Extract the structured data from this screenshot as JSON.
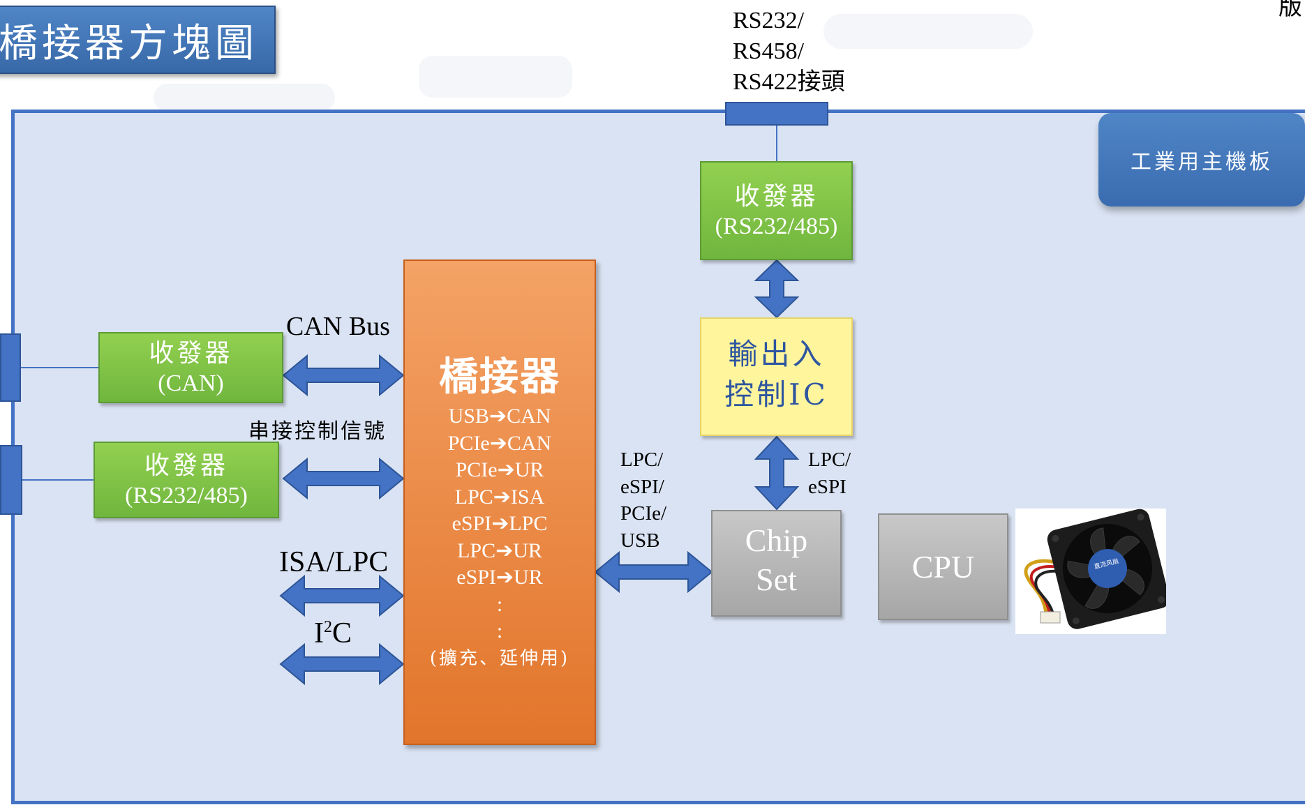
{
  "title": "橋接器方塊圖",
  "board_label": "工業用主機板",
  "top_connector_label": [
    "RS232/",
    "RS458/",
    "RS422接頭"
  ],
  "top_right_glyph": "版",
  "transceiver_rs232_top": {
    "line1": "收發器",
    "line2": "(RS232/485)"
  },
  "io_control_ic": {
    "line1": "輸出入",
    "line2": "控制IC"
  },
  "transceiver_can": {
    "line1": "收發器",
    "line2": "(CAN)"
  },
  "transceiver_rs232_left": {
    "line1": "收發器",
    "line2": "(RS232/485)"
  },
  "bridge": {
    "title": "橋接器",
    "items": [
      "USB➔CAN",
      "PCIe➔CAN",
      "PCIe➔UR",
      "LPC➔ISA",
      "eSPI➔LPC",
      "LPC➔UR",
      "eSPI➔UR"
    ],
    "dots": [
      ":",
      ":"
    ],
    "note": "(擴充、延伸用)"
  },
  "labels": {
    "can_bus": "CAN Bus",
    "serial_control": "串接控制信號",
    "isa_lpc": "ISA/LPC",
    "i2c_prefix": "I",
    "i2c_sup": "2",
    "i2c_suffix": "C",
    "bridge_chipset_bus": [
      "LPC/",
      "eSPI/",
      "PCIe/",
      "USB"
    ],
    "ic_chipset_bus": [
      "LPC/",
      "eSPI"
    ]
  },
  "chipset": {
    "line1": "Chip",
    "line2": "Set"
  },
  "cpu": "CPU",
  "fan_brand": "直流风扇",
  "colors": {
    "board_fill": "#dae3f3",
    "board_border": "#4472c4",
    "arrow": "#4472c4",
    "transceiver": "#92d050",
    "bridge": "#ed7d31",
    "io_ic": "#fff59c",
    "chip": "#a6a6a6"
  }
}
